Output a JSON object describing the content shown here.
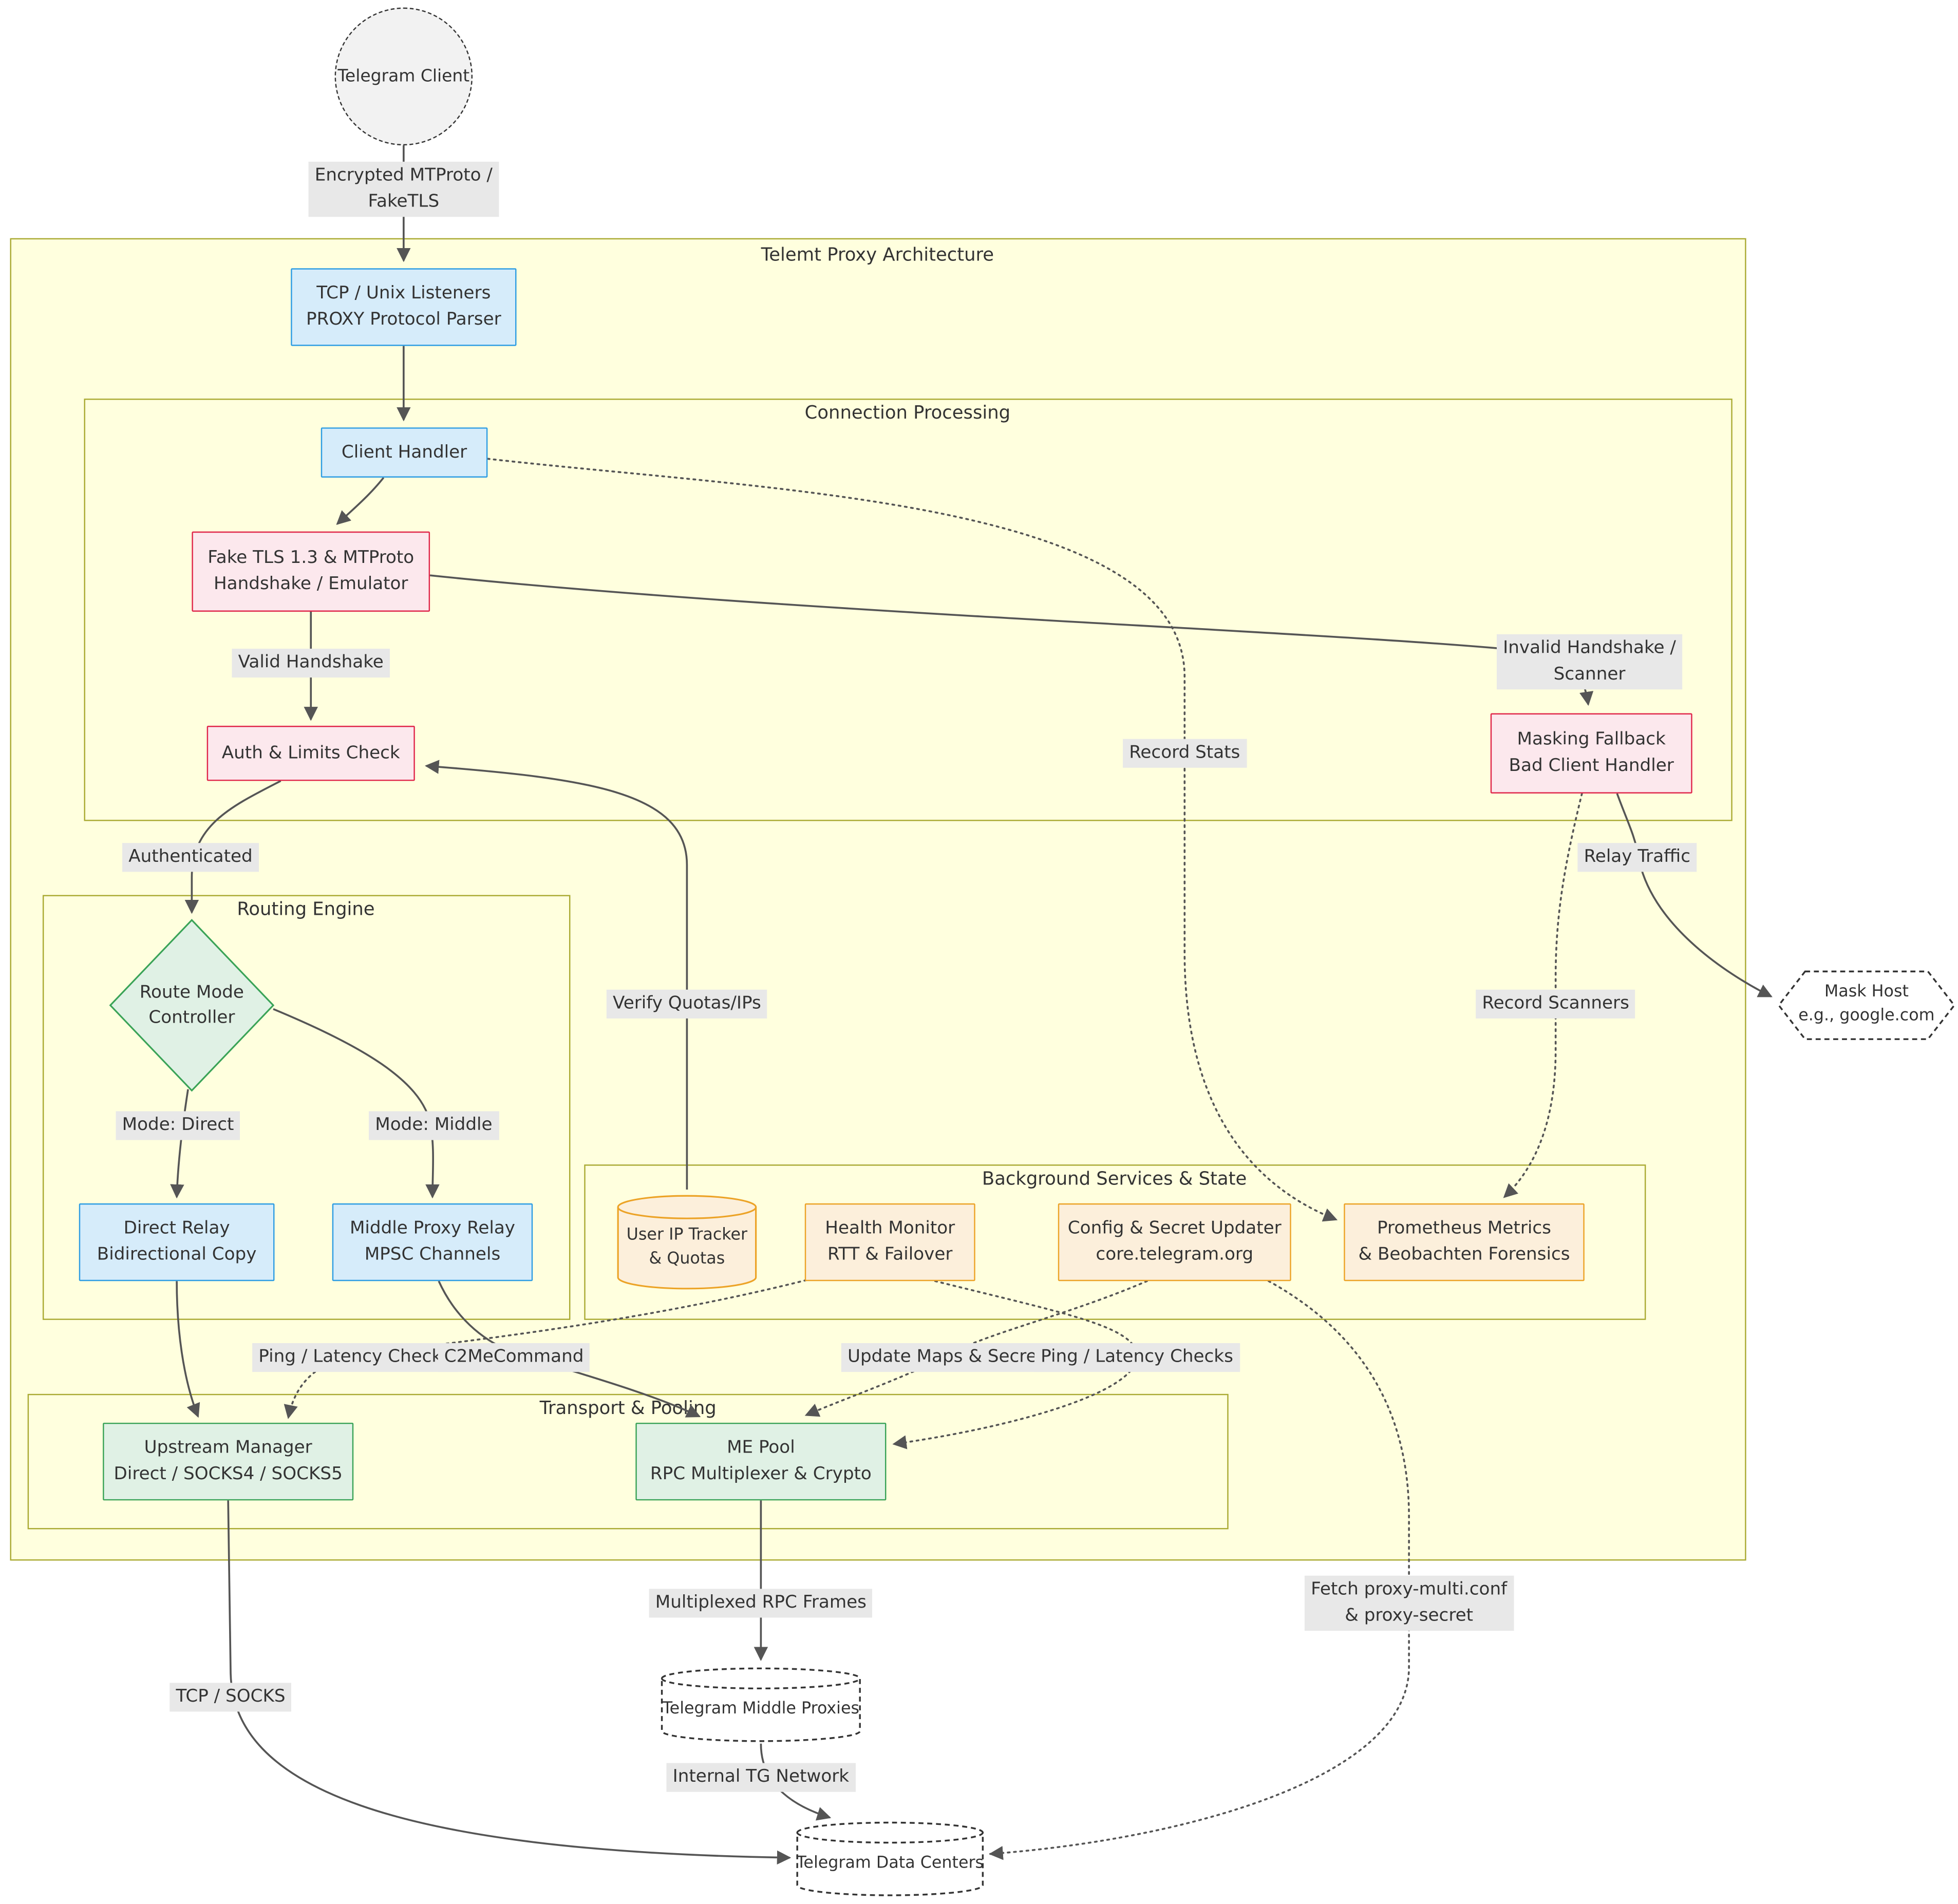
{
  "palette": {
    "canvas_bg": "#ffffff",
    "cluster_fill": "#ffffde",
    "cluster_stroke": "#aaaa33",
    "blue_fill": "#d6ecfa",
    "blue_stroke": "#2e9de3",
    "red_fill": "#fce8ed",
    "red_stroke": "#e0274b",
    "green_fill": "#e0f1e5",
    "green_stroke": "#3aa357",
    "orange_fill": "#fcefdb",
    "orange_stroke": "#eca327",
    "label_bg": "#e8e8e8",
    "line_color": "#555555",
    "text_color": "#333333",
    "dashed_stroke": "#333333"
  },
  "diagram": {
    "title": "Telemt Proxy Architecture",
    "subgraphs": {
      "connection": "Connection Processing",
      "routing": "Routing Engine",
      "background": "Background Services & State",
      "transport": "Transport & Pooling"
    },
    "nodes": {
      "telegram_client": {
        "label": "Telegram Client"
      },
      "listeners": {
        "line1": "TCP / Unix Listeners",
        "line2": "PROXY Protocol Parser"
      },
      "client_handler": {
        "label": "Client Handler"
      },
      "fake_tls": {
        "line1": "Fake TLS 1.3 & MTProto",
        "line2": "Handshake / Emulator"
      },
      "auth_check": {
        "label": "Auth & Limits Check"
      },
      "masking_fallback": {
        "line1": "Masking Fallback",
        "line2": "Bad Client Handler"
      },
      "route_mode": {
        "line1": "Route Mode",
        "line2": "Controller"
      },
      "direct_relay": {
        "line1": "Direct Relay",
        "line2": "Bidirectional Copy"
      },
      "middle_relay": {
        "line1": "Middle Proxy Relay",
        "line2": "MPSC Channels"
      },
      "ip_tracker": {
        "line1": "User IP Tracker",
        "line2": "& Quotas"
      },
      "health_monitor": {
        "line1": "Health Monitor",
        "line2": "RTT & Failover"
      },
      "config_updater": {
        "line1": "Config & Secret Updater",
        "line2": "core.telegram.org"
      },
      "prometheus": {
        "line1": "Prometheus Metrics",
        "line2": "& Beobachten Forensics"
      },
      "upstream_manager": {
        "line1": "Upstream Manager",
        "line2": "Direct / SOCKS4 / SOCKS5"
      },
      "me_pool": {
        "line1": "ME Pool",
        "line2": "RPC Multiplexer & Crypto"
      },
      "mask_host": {
        "line1": "Mask Host",
        "line2": "e.g., google.com"
      },
      "middle_proxies": {
        "label": "Telegram Middle Proxies"
      },
      "data_centers": {
        "label": "Telegram Data Centers"
      }
    },
    "edge_labels": {
      "encrypted_mtproto": {
        "line1": "Encrypted MTProto /",
        "line2": "FakeTLS"
      },
      "valid_handshake": "Valid Handshake",
      "invalid_handshake": {
        "line1": "Invalid Handshake /",
        "line2": "Scanner"
      },
      "record_stats": "Record Stats",
      "authenticated": "Authenticated",
      "relay_traffic": "Relay Traffic",
      "verify_quotas": "Verify Quotas/IPs",
      "record_scanners": "Record Scanners",
      "mode_direct": "Mode: Direct",
      "mode_middle": "Mode: Middle",
      "ping_latency_left": "Ping / Latency Checks",
      "c2me_command": "C2MeCommand",
      "update_maps_secrets": "Update Maps & Secrets",
      "ping_latency_right": "Ping / Latency Checks",
      "multiplexed_rpc": "Multiplexed RPC Frames",
      "tcp_socks": "TCP / SOCKS",
      "fetch_proxy_conf": {
        "line1": "Fetch proxy-multi.conf",
        "line2": "& proxy-secret"
      },
      "internal_tg_network": "Internal TG Network"
    }
  }
}
